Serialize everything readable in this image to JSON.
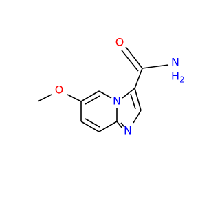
{
  "molecule": {
    "atoms": {
      "amide_O": {
        "symbol": "O",
        "color": "#ff0000"
      },
      "amide_N": {
        "symbol": "N",
        "color": "#0000ff",
        "sub_label": "H",
        "sub_index": "2"
      },
      "ring_N_bridge": {
        "symbol": "N",
        "color": "#0000ff"
      },
      "ring_N_imidazole": {
        "symbol": "N",
        "color": "#0000ff"
      },
      "methoxy_O": {
        "symbol": "O",
        "color": "#ff0000"
      }
    },
    "bond_color": "#000000"
  }
}
